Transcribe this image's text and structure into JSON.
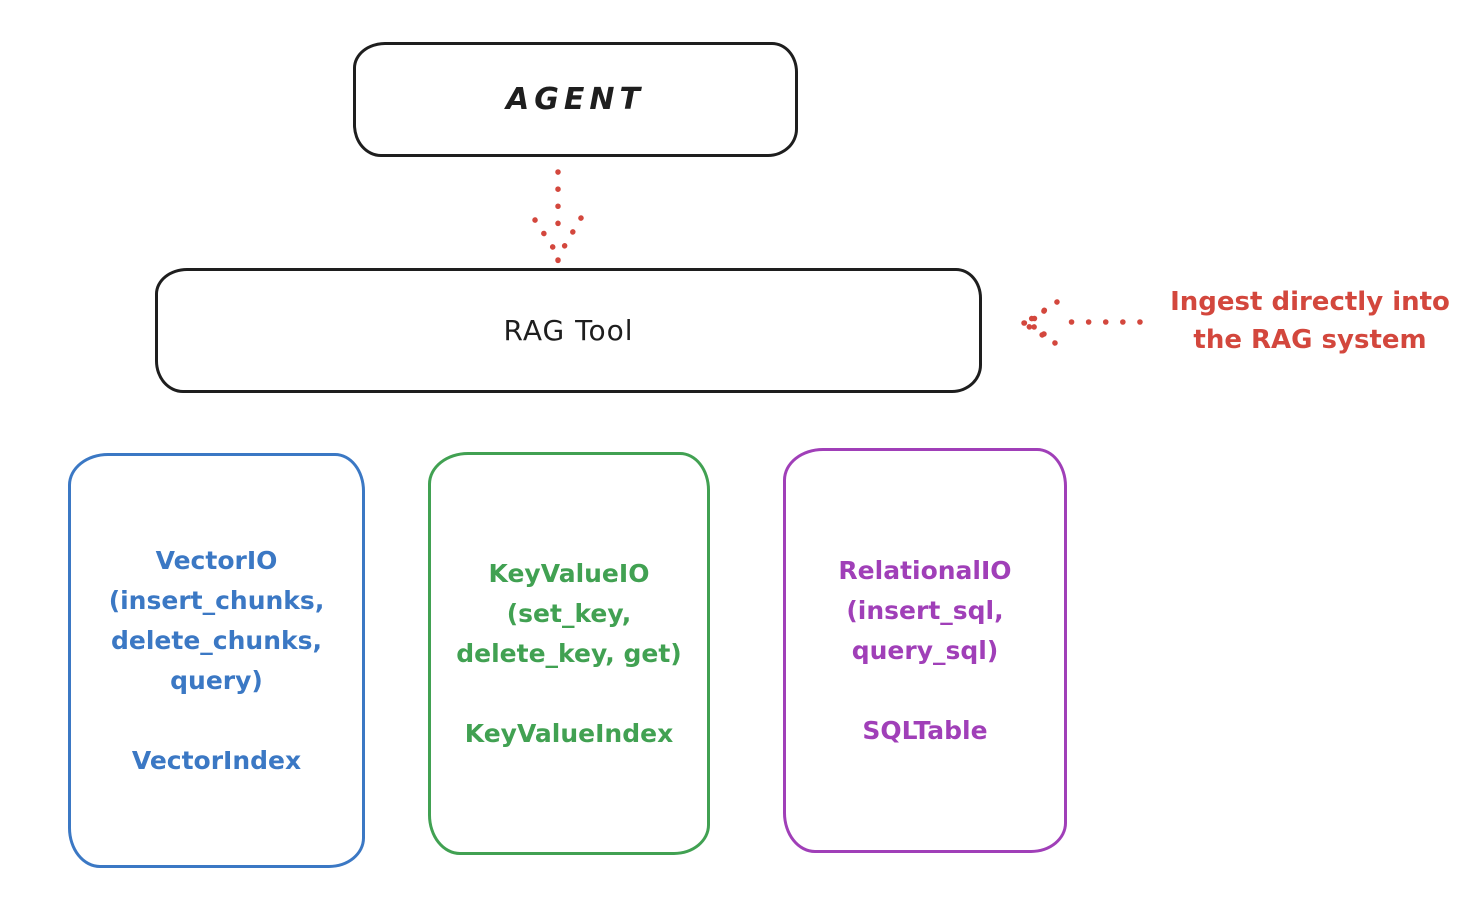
{
  "diagram": {
    "title_note": "Agent RAG tool architecture sketch",
    "colors": {
      "stroke_black": "#1e1e1e",
      "accent_red": "#d3473d",
      "vector_blue": "#3b78c4",
      "keyvalue_green": "#41a152",
      "relational_purple": "#a03fb8",
      "background": "#ffffff"
    },
    "nodes": {
      "agent": {
        "label": "AGENT"
      },
      "rag_tool": {
        "label": "RAG Tool"
      }
    },
    "annotation": {
      "line1": "Ingest directly into",
      "line2": "the RAG system"
    },
    "arrows": [
      {
        "name": "agent-to-rag-tool",
        "style": "dotted",
        "color": "#d3473d",
        "direction": "down"
      },
      {
        "name": "annotation-to-rag-tool",
        "style": "dotted",
        "color": "#d3473d",
        "direction": "left"
      }
    ],
    "boxes": [
      {
        "id": "vector-io",
        "color": "#3b78c4",
        "lines": [
          "VectorIO",
          "(insert_chunks,",
          "delete_chunks,",
          "query)"
        ],
        "footer": "VectorIndex"
      },
      {
        "id": "keyvalue-io",
        "color": "#41a152",
        "lines": [
          "KeyValueIO",
          "(set_key,",
          "delete_key, get)"
        ],
        "footer": "KeyValueIndex"
      },
      {
        "id": "relational-io",
        "color": "#a03fb8",
        "lines": [
          "RelationalIO",
          "(insert_sql,",
          "query_sql)"
        ],
        "footer": "SQLTable"
      }
    ]
  }
}
